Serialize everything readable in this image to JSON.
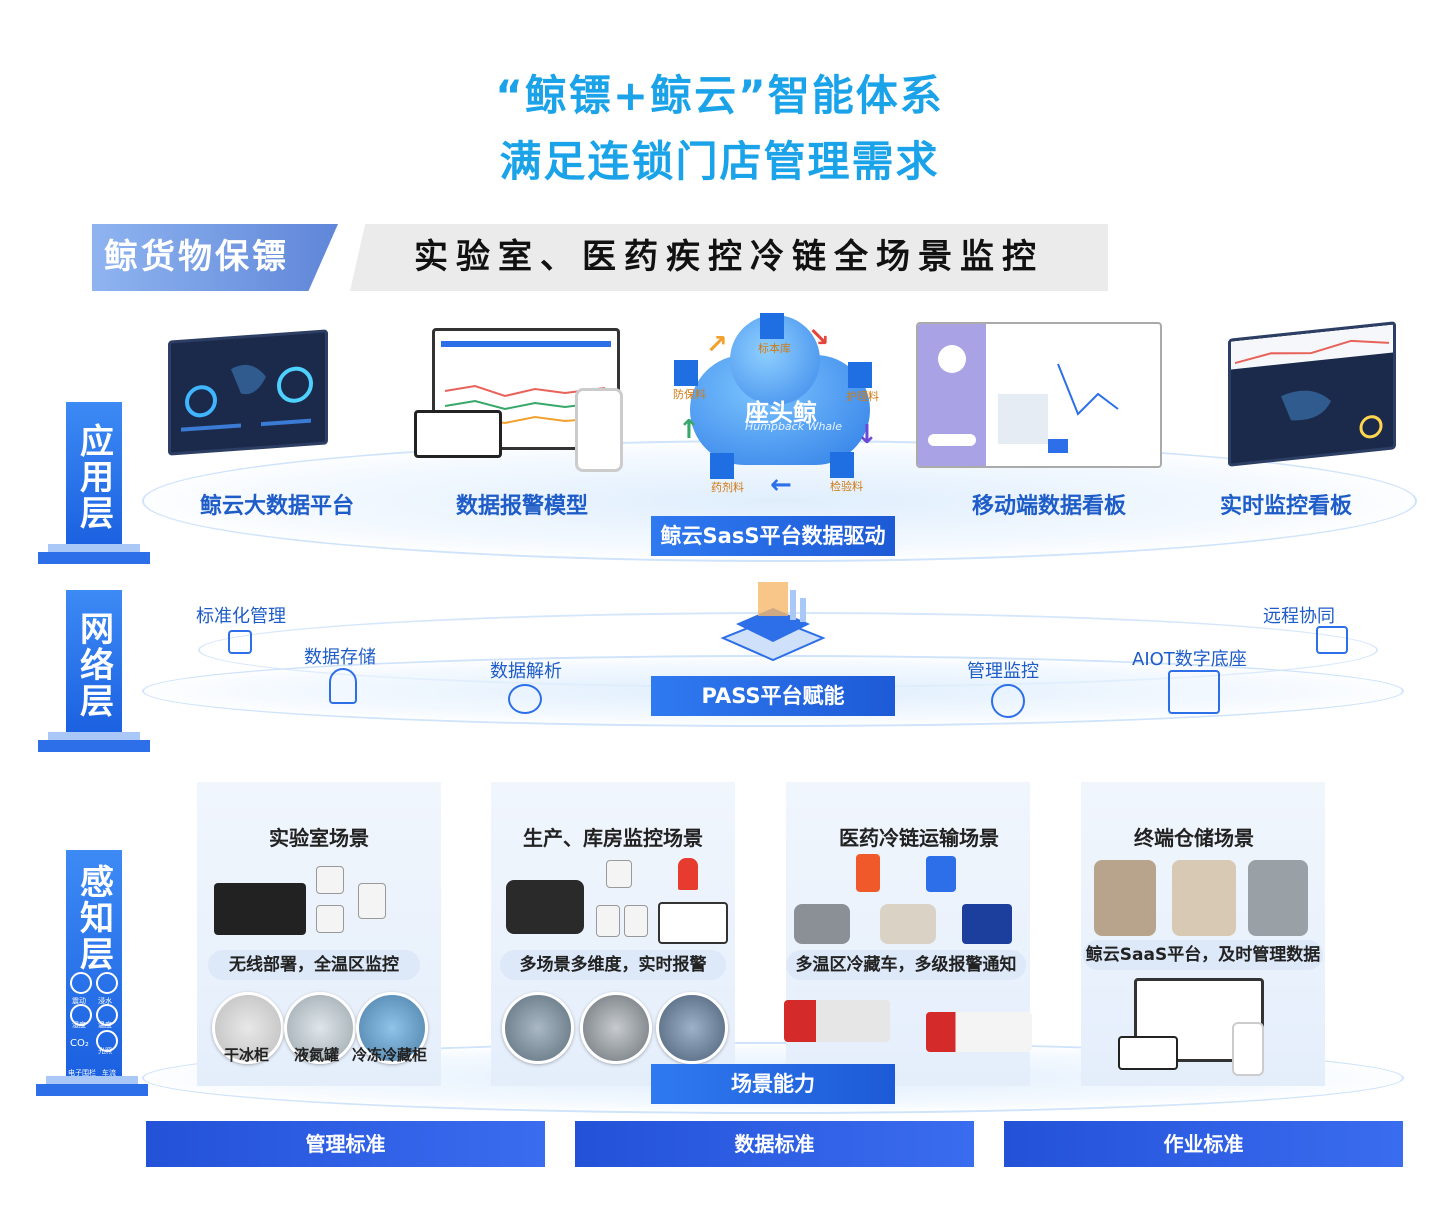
{
  "title": {
    "line1": "“鲸镖+鲸云”智能体系",
    "line2": "满足连锁门店管理需求"
  },
  "banner": {
    "left": "鲸货物保镖",
    "right": "实验室、医药疾控冷链全场景监控"
  },
  "layers": {
    "app": "应用层",
    "network": "网络层",
    "sense": "感知层"
  },
  "app_layer": {
    "items": [
      "鲸云大数据平台",
      "数据报警模型",
      "移动端数据看板",
      "实时监控看板"
    ],
    "pill": "鲸云SasS平台数据驱动",
    "cloud_name": "座头鲸",
    "cloud_sub": "Humpback Whale",
    "buildings": [
      "标本库",
      "护理料",
      "防保料",
      "检验料",
      "药剂料"
    ]
  },
  "network_layer": {
    "items": [
      "标准化管理",
      "数据存储",
      "数据解析",
      "管理监控",
      "AIOT数字底座",
      "远程协同"
    ],
    "pill": "PASS平台赋能"
  },
  "sense_layer": {
    "cards": [
      {
        "title": "实验室场景",
        "pill": "无线部署，全温区监控",
        "captions": [
          "干冰柜",
          "液氮罐",
          "冷冻冷藏柜"
        ]
      },
      {
        "title": "生产、库房监控场景",
        "pill": "多场景多维度，实时报警"
      },
      {
        "title": "医药冷链运输场景",
        "pill": "多温区冷藏车，多级报警通知"
      },
      {
        "title": "终端仓储场景",
        "pill": "鲸云SaaS平台，及时管理数据"
      }
    ],
    "pill": "场景能力",
    "sensor_icons": [
      "震动",
      "浸水",
      "湿度",
      "温度",
      "CO₂",
      "光照",
      "电子围栏",
      "车流"
    ]
  },
  "standards": [
    "管理标准",
    "数据标准",
    "作业标准"
  ],
  "colors": {
    "title": "#1aa3e8",
    "accent": "#2d6fe8",
    "label": "#1e5cc8"
  }
}
